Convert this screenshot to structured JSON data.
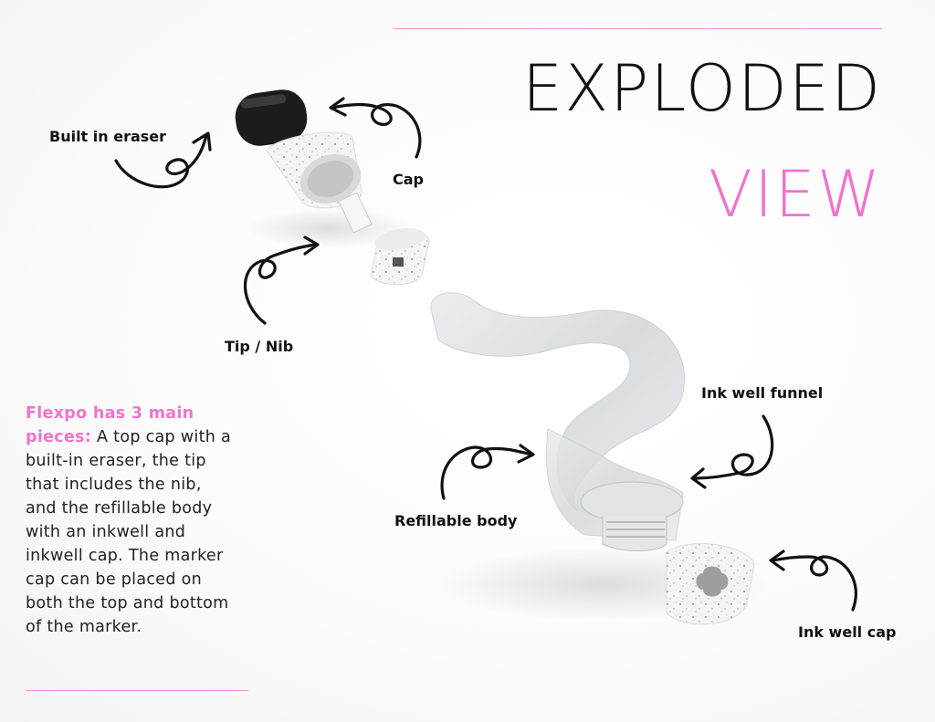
{
  "title": {
    "line1": "EXPLODED",
    "line2": "VIEW"
  },
  "colors": {
    "accent": "#f074cc",
    "text": "#111111",
    "rule": "#f28fcf"
  },
  "labels": {
    "built_in_eraser": "Built in eraser",
    "cap": "Cap",
    "tip_nib": "Tip / Nib",
    "ink_well_funnel": "Ink well funnel",
    "refillable_body": "Refillable body",
    "ink_well_cap": "Ink well cap"
  },
  "description": {
    "highlight": "Flexpo has 3 main pieces:",
    "body": " A top cap with a built-in eraser, the tip that includes the nib, and the refillable body with an inkwell and inkwell cap. The marker cap can be placed on both the top and bottom of the marker."
  },
  "icons": [
    "curly-arrow-icon"
  ]
}
